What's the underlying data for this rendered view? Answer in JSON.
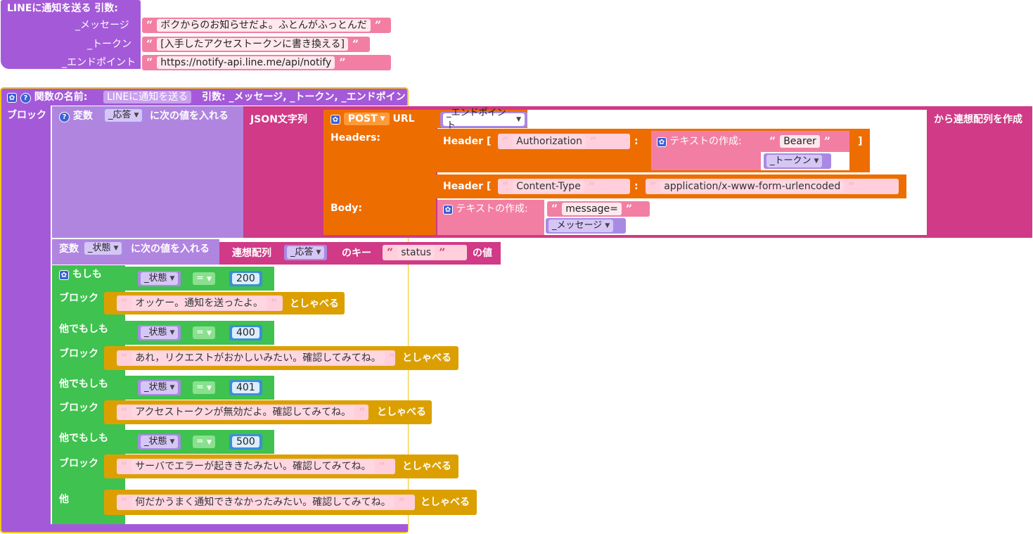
{
  "define_block": {
    "name": "LINEに通知を送る",
    "args_label": "引数:",
    "params": [
      "_メッセージ",
      "_トークン",
      "_エンドポイント"
    ],
    "values": [
      "ボクからのお知らせだよ。ふとんがふっとんだ",
      "[入手したアクセストークンに書き換える]",
      "https://notify-api.line.me/api/notify"
    ]
  },
  "function_block": {
    "header_prefix": "関数の名前:",
    "name": "LINEに通知を送る",
    "args_label": "引数:",
    "args": "_メッセージ, _トークン, _エンドポイント",
    "block_label": "ブロック",
    "assign1": {
      "prefix": "変数",
      "var": "_応答",
      "suffix": "に次の値を入れる",
      "json_label": "JSON文字列",
      "method": "POST",
      "url_label": "URL",
      "url_var": "_エンドポイント",
      "headers_label": "Headers:",
      "header_open": "Header [",
      "header_close": "]",
      "header_colon": ":",
      "header1_key": "Authorization",
      "make_text_label": "テキストの作成:",
      "bearer": "Bearer",
      "token_var": "_トークン",
      "header2_key": "Content-Type",
      "header2_val": "application/x-www-form-urlencoded",
      "body_label": "Body:",
      "body_prefix": "message=",
      "message_var": "_メッセージ",
      "assoc_label": "から連想配列を作成"
    },
    "assign2": {
      "prefix": "変数",
      "var": "_状態",
      "suffix": "に次の値を入れる",
      "map_label": "連想配列",
      "map_var": "_応答",
      "key_label": "のキー",
      "key": "status",
      "val_label": "の値"
    },
    "if_block": {
      "if_label": "もしも",
      "elseif_label": "他でもしも",
      "else_label": "他",
      "do_label": "ブロック",
      "cond_var": "_状態",
      "op": "=",
      "say_label": "としゃべる",
      "branches": [
        {
          "code": "200",
          "message": "オッケー。通知を送ったよ。"
        },
        {
          "code": "400",
          "message": "あれ，リクエストがおかしいみたい。確認してみてね。"
        },
        {
          "code": "401",
          "message": "アクセストークンが無効だよ。確認してみてね。"
        },
        {
          "code": "500",
          "message": "サーバでエラーが起ききたみたい。確認してみてね。"
        }
      ],
      "else_message": "何だかうまく通知できなかったみたい。確認してみてね。"
    }
  },
  "icons": {
    "gear": "gear-icon",
    "help": "help-icon",
    "dropdown": "dropdown-triangle-icon"
  },
  "colors": {
    "procedure": "#a45ad8",
    "variable": "#b085e0",
    "json": "#d03a86",
    "http": "#ee6d00",
    "text": "#f27fa3",
    "control": "#3fc24f",
    "speak": "#dba000"
  }
}
